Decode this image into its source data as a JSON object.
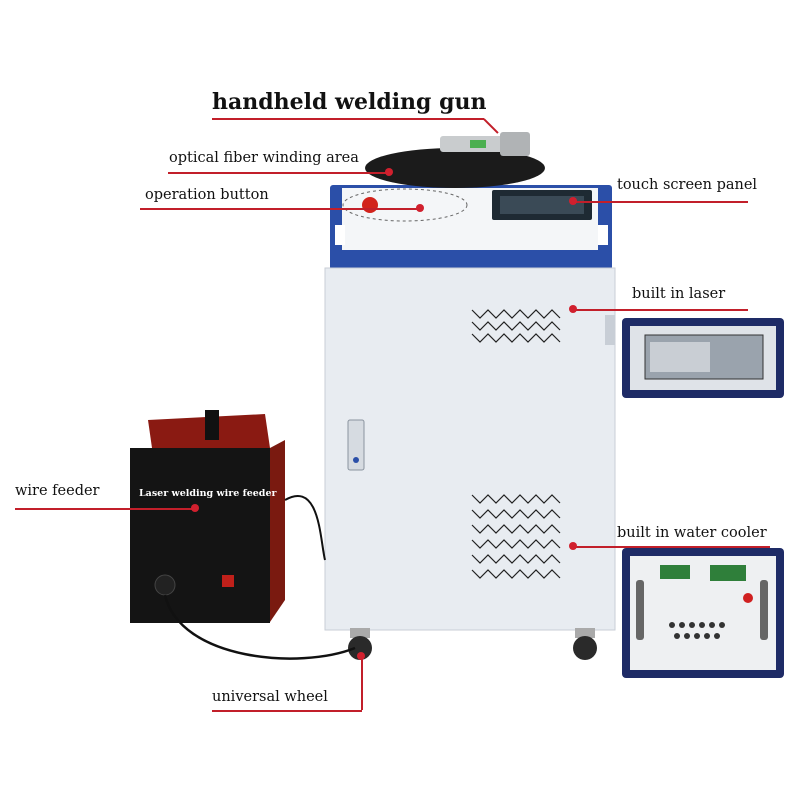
{
  "labels": {
    "title": "handheld welding gun",
    "fiber": "optical fiber winding area",
    "operation": "operation button",
    "touch": "touch screen panel",
    "laser": "built in laser",
    "wire": "wire feeder",
    "cooler": "built in water cooler",
    "wheel": "universal wheel"
  },
  "feeder_text": "Laser welding wire feeder",
  "colors": {
    "leader": "#c21f2a",
    "cabinet": "#e8ecf1",
    "top_blue": "#2b4fa8",
    "feeder_black": "#141414",
    "feeder_red": "#9b1c14"
  }
}
